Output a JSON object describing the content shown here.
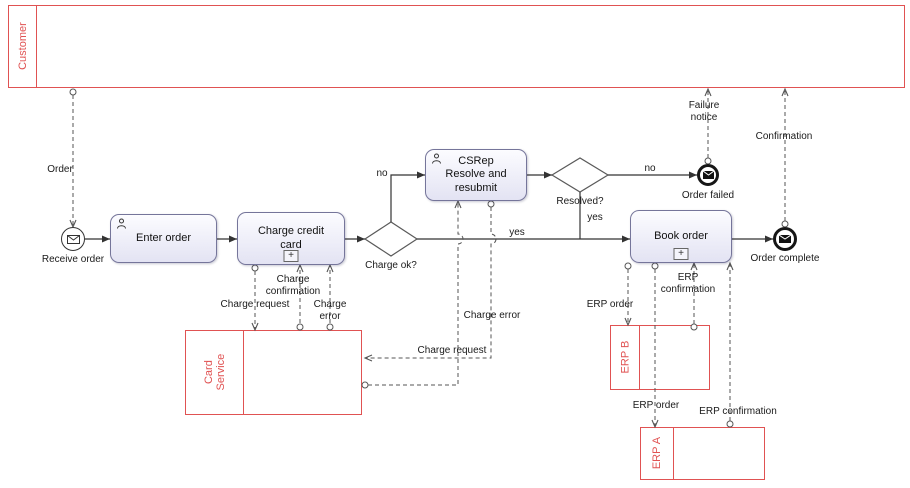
{
  "diagram": {
    "pools": {
      "customer": "Customer",
      "card_service": "Card Service",
      "erp_b": "ERP B",
      "erp_a": "ERP A"
    },
    "tasks": {
      "enter_order": "Enter order",
      "charge_credit_card": "Charge credit card",
      "csrep_resolve": "CSRep Resolve and resubmit",
      "book_order": "Book order"
    },
    "events": {
      "receive_order": "Receive order",
      "order_failed": "Order failed",
      "order_complete": "Order complete"
    },
    "gateways": {
      "charge_ok": "Charge ok?",
      "resolved": "Resolved?"
    },
    "labels": {
      "order": "Order",
      "no_charge": "no",
      "yes_charge": "yes",
      "yes_resolved": "yes",
      "no_resolved": "no",
      "failure_notice": "Failure notice",
      "confirmation": "Confirmation",
      "charge_request_down": "Charge request",
      "charge_confirmation": "Charge confirmation",
      "charge_error_up": "Charge error",
      "charge_error_csrep": "Charge error",
      "charge_request_csrep": "Charge request",
      "erp_order_b": "ERP order",
      "erp_confirmation_b": "ERP confirmation",
      "erp_order_a": "ERP order",
      "erp_confirmation_a": "ERP confirmation",
      "subprocess_plus": "+"
    },
    "colors": {
      "pool_border": "#e05252",
      "task_border": "#75759a",
      "task_fill": "#e3e3f3",
      "sequence_line": "#333333",
      "message_line": "#555555"
    }
  }
}
